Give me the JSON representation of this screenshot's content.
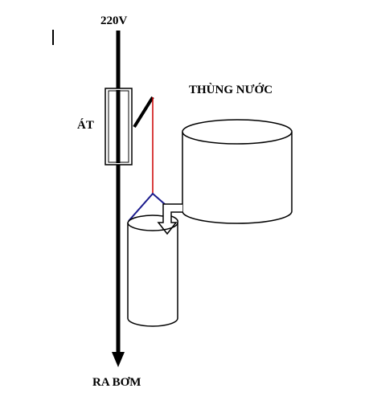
{
  "labels": {
    "supply": "220V",
    "breaker": "ÁT",
    "tank": "THÙNG NƯỚC",
    "output": "RA BƠM"
  },
  "colors": {
    "line": "#000000",
    "pull_cord": "#cc0000",
    "float_hanger": "#1a1a8c",
    "background": "#ffffff"
  }
}
